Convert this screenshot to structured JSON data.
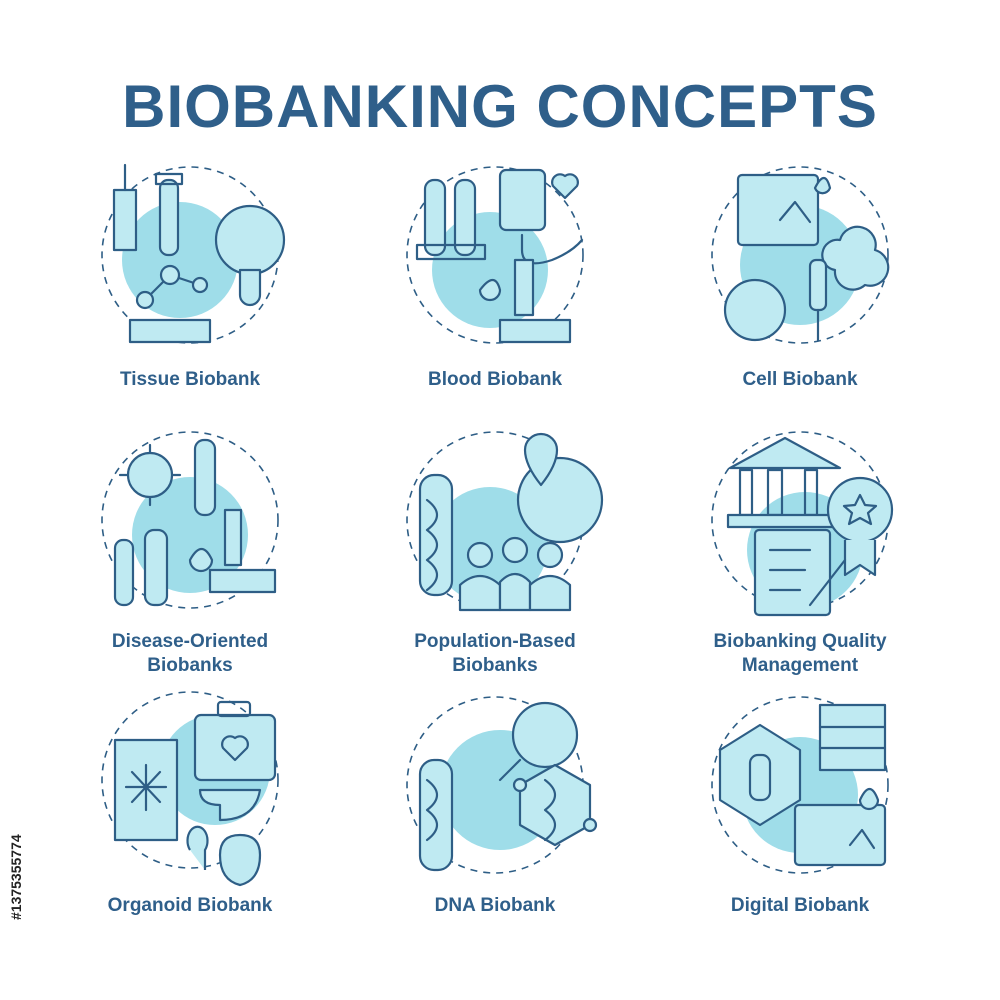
{
  "title": "BIOBANKING CONCEPTS",
  "concepts": [
    {
      "label": "Tissue Biobank",
      "icon": "tissue-sample-icon"
    },
    {
      "label": "Blood Biobank",
      "icon": "blood-sample-icon"
    },
    {
      "label": "Cell Biobank",
      "icon": "cell-culture-icon"
    },
    {
      "label": "Disease-Oriented\nBiobanks",
      "icon": "virus-sample-icon"
    },
    {
      "label": "Population-Based\nBiobanks",
      "icon": "population-globe-icon"
    },
    {
      "label": "Biobanking Quality\nManagement",
      "icon": "quality-award-icon"
    },
    {
      "label": "Organoid Biobank",
      "icon": "organ-storage-icon"
    },
    {
      "label": "DNA Biobank",
      "icon": "dna-helix-icon"
    },
    {
      "label": "Digital Biobank",
      "icon": "digital-database-icon"
    }
  ],
  "stock_id": "#1375355774",
  "colors": {
    "accent": "#9fdde9",
    "stroke": "#2e5e86",
    "text": "#2f5f8a"
  }
}
